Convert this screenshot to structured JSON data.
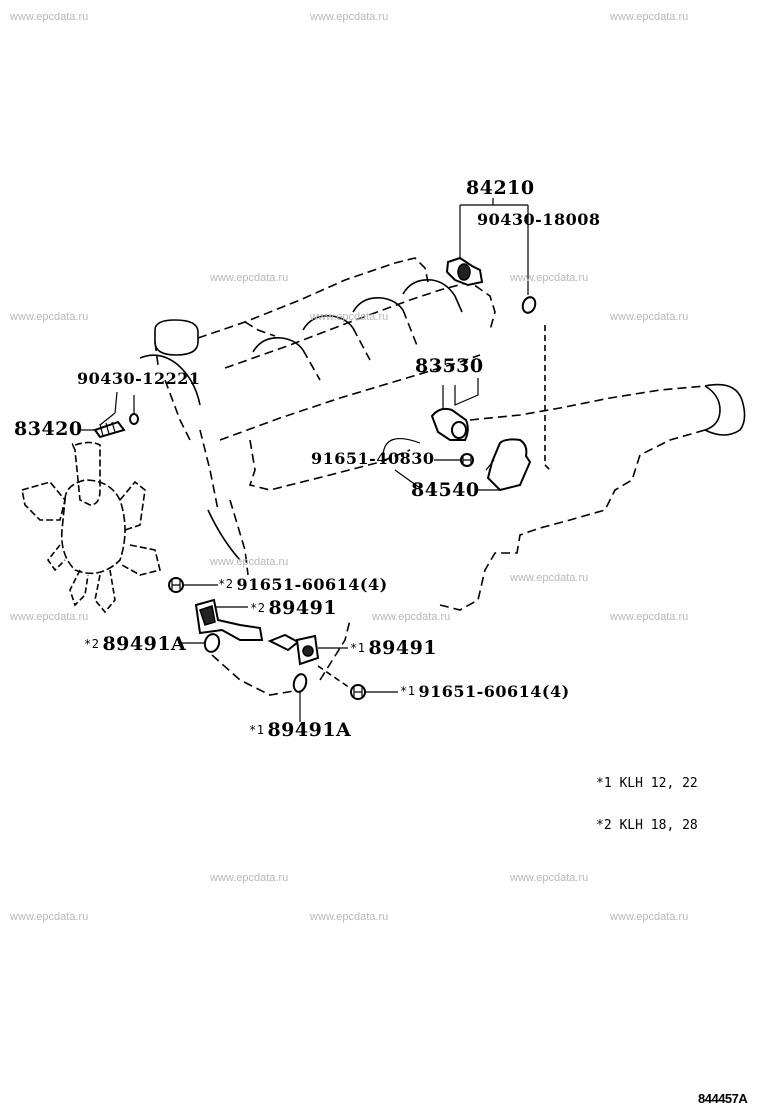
{
  "watermark": "www.epcdata.ru",
  "parts": {
    "p84210": "84210",
    "p90430_18008": "90430-18008",
    "p90430_12221": "90430-12221",
    "p83420": "83420",
    "p83530": "83530",
    "p91651_40830": "91651-40830",
    "p84540": "84540",
    "p91651_60614_k2": "91651-60614(4)",
    "p89491_k2": "89491",
    "p89491A_k2": "89491A",
    "p89491_k1": "89491",
    "p91651_60614_k1": "91651-60614(4)",
    "p89491A_k1": "89491A"
  },
  "marks": {
    "k1": "*1",
    "k2": "*2"
  },
  "legend": {
    "line1": "*1 KLH 12, 22",
    "line2": "*2 KLH 18, 28"
  },
  "figure_number": "844457A",
  "icons": {
    "bolt": "bolt-icon",
    "washer": "washer-icon",
    "sensor": "sensor-icon",
    "gasket": "gasket-icon"
  }
}
